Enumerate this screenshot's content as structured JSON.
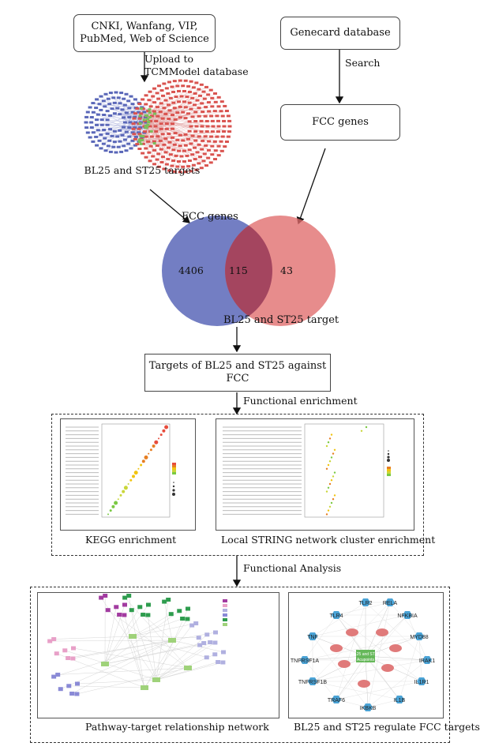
{
  "sources": {
    "line1": "CNKI, Wanfang, VIP,",
    "line2": "PubMed, Web of Science"
  },
  "upload": {
    "line1": "Upload to",
    "line2": "TCMModel database"
  },
  "genecard": "Genecard database",
  "search": "Search",
  "fcc_genes_box": "FCC genes",
  "network_caption": "BL25 and ST25 targets",
  "venn": {
    "title": "FCC genes",
    "left": "4406",
    "overlap": "115",
    "right": "43",
    "bottom": "BL25 and ST25 target"
  },
  "targets_box": {
    "line1": "Targets of BL25 and ST25 against",
    "line2": "FCC"
  },
  "functional_enrichment": "Functional enrichment",
  "kegg_caption": "KEGG enrichment",
  "string_caption": "Local STRING network cluster enrichment",
  "functional_analysis": "Functional Analysis",
  "pathway_caption": "Pathway-target relationship network",
  "regulate_caption": "BL25 and ST25 regulate FCC targets",
  "regulate_center": "BL25 and ST25\nAcupoints",
  "regulate_genes": [
    "TLR2",
    "RELA",
    "TLR4",
    "NFKBIA",
    "TNF",
    "MYD88",
    "TNFRSF1A",
    "IRAK1",
    "TNFRSF1B",
    "IL1R1",
    "TRAF6",
    "IKBKB",
    "IL1B"
  ],
  "colors": {
    "venn_left": "#5a67b8",
    "venn_right": "#e06c6c",
    "venn_overlap": "#a0405c",
    "blue_node": "#4aa3d6",
    "red_node": "#e07a7a",
    "green_node": "#66b85a"
  }
}
